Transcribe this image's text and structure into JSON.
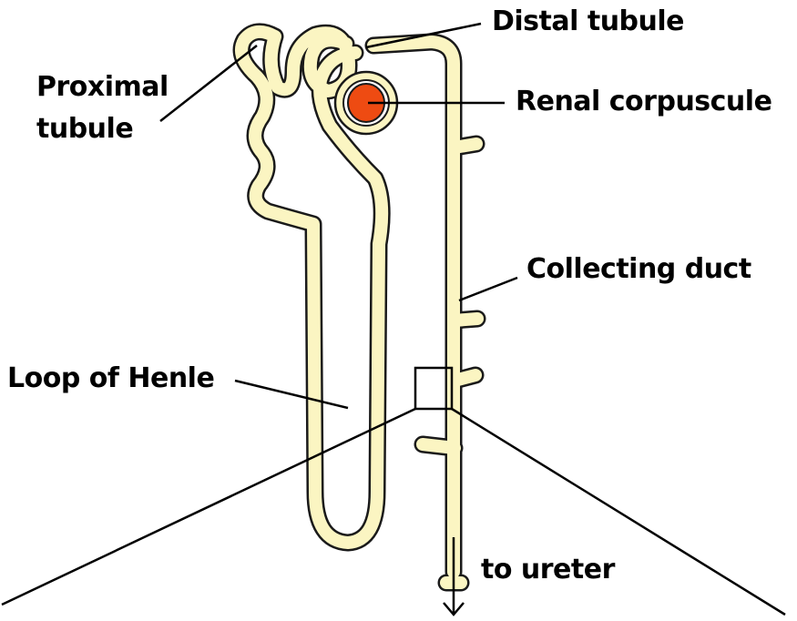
{
  "labels": {
    "proximal_tubule": [
      "Proximal",
      "tubule"
    ],
    "distal_tubule": "Distal tubule",
    "renal_corpuscule": "Renal corpuscule",
    "collecting_duct": "Collecting duct",
    "loop_of_henle": "Loop of Henle",
    "to_ureter": "to ureter"
  },
  "colors": {
    "tubule_fill": "#fbf5c2",
    "outline": "#1a1a1a",
    "corpuscle_fill": "#ee4b12",
    "capsule_fill": "#ffffff",
    "label_text": "#000000"
  }
}
